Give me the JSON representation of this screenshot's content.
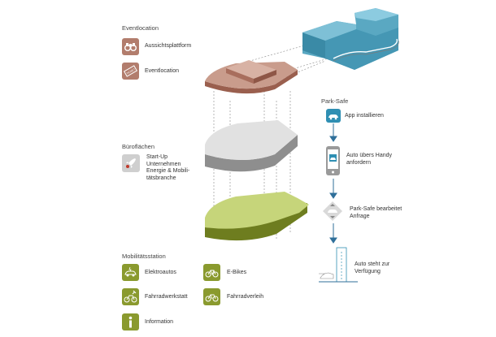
{
  "eventlocation": {
    "heading": "Eventlocation",
    "items": [
      {
        "label": "Aussichtsplattform",
        "icon": "binoculars-icon"
      },
      {
        "label": "Eventlocation",
        "icon": "ticket-icon",
        "badge": "TICKET"
      }
    ]
  },
  "bueroflaechen": {
    "heading": "Büroflächen",
    "items": [
      {
        "label": "Start-Up\nUnternehmen\nEnergie & Mobili-\ntätsbranche",
        "icon": "rocket-icon"
      }
    ]
  },
  "mobilitaetsstation": {
    "heading": "Mobilitätsstation",
    "items": [
      {
        "label": "Elektroautos",
        "icon": "electric-car-icon"
      },
      {
        "label": "E-Bikes",
        "icon": "e-bike-icon"
      },
      {
        "label": "Fahrradwerkstatt",
        "icon": "bike-repair-icon"
      },
      {
        "label": "Fahrradverleih",
        "icon": "bike-rental-icon"
      },
      {
        "label": "Information",
        "icon": "info-icon"
      }
    ]
  },
  "parksafe": {
    "heading": "Park-Safe",
    "steps": [
      {
        "label": "App installieren",
        "icon": "car-app-icon"
      },
      {
        "label": "Auto übers Handy\nanfordern",
        "icon": "phone-car-icon"
      },
      {
        "label": "Park-Safe bearbeitet\nAnfrage",
        "icon": "car-updown-icon"
      },
      {
        "label": "Auto steht zur\nVerfügung",
        "icon": "car-garage-icon"
      }
    ]
  },
  "colors": {
    "brown": "#b27d6d",
    "grey": "#cfcfcf",
    "green": "#8a9a2e",
    "blue": "#2f8fb3",
    "building": "#4a9cb5"
  }
}
